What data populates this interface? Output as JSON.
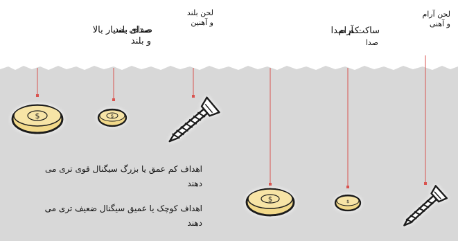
{
  "labels": {
    "top_left_overlap_1": "صدای بلند",
    "top_left_overlap_2": "صدای بسیار بالا",
    "top_left_line2": "و بلند",
    "high_loud_tone": "لحن بلند",
    "high_loud_tone_2": "و آهنین",
    "quiet_overlap_1": "ساکت آرام",
    "quiet_overlap_2": "کم صدا",
    "quiet_line2": "صدا",
    "soft_tone_1": "لحن آرام",
    "soft_tone_2": "و آهنی"
  },
  "notes": {
    "shallow_large": "اهداف کم عمق یا بزرگ سیگنال قوی تری می دهند",
    "small_deep": "اهداف کوچک یا عمیق سیگنال ضعیف تری می دهند"
  },
  "colors": {
    "ground": "#d8d8d8",
    "marker_line": "#d9534f",
    "coin_fill": "#f2d98a",
    "coin_outline": "#1a1a1a",
    "screw_fill": "#ffffff",
    "screw_outline": "#1a1a1a"
  },
  "icons": [
    "coin-icon",
    "screw-icon"
  ]
}
